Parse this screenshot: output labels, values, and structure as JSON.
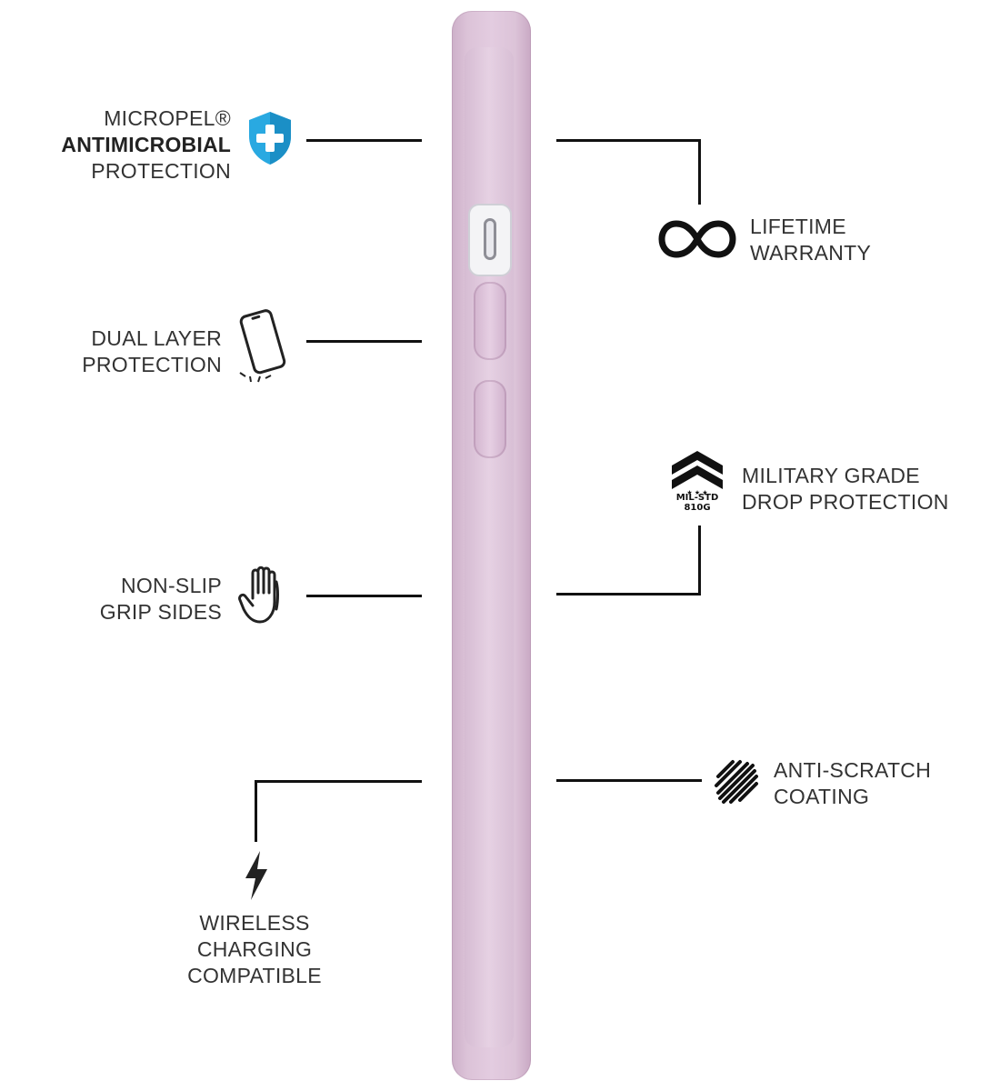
{
  "features": {
    "antimicrobial": {
      "line1": "MICROPEL®",
      "line2": "ANTIMICROBIAL",
      "line3": "PROTECTION",
      "icon": "shield-plus-icon",
      "icon_color": "#29a9e1"
    },
    "dual_layer": {
      "line1": "DUAL LAYER",
      "line2": "PROTECTION",
      "icon": "phone-drop-icon"
    },
    "non_slip": {
      "line1": "NON-SLIP",
      "line2": "GRIP SIDES",
      "icon": "hand-icon"
    },
    "wireless": {
      "line1": "WIRELESS",
      "line2": "CHARGING",
      "line3": "COMPATIBLE",
      "icon": "lightning-bolt-icon"
    },
    "warranty": {
      "line1": "LIFETIME",
      "line2": "WARRANTY",
      "icon": "infinity-icon"
    },
    "military": {
      "line1": "MILITARY GRADE",
      "line2": "DROP PROTECTION",
      "icon": "military-chevron-badge-icon",
      "badge_line1": "MIL-STD",
      "badge_line2": "810G"
    },
    "anti_scratch": {
      "line1": "ANTI-SCRATCH",
      "line2": "COATING",
      "icon": "scratch-lines-icon"
    }
  },
  "colors": {
    "case": "#dcc3d8",
    "text": "#333333",
    "line": "#111111"
  }
}
